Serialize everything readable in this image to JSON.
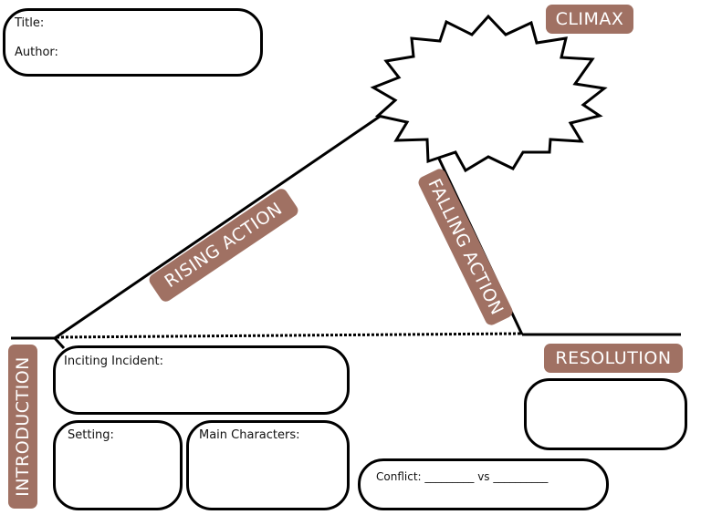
{
  "title_box": {
    "title_label": "Title:",
    "author_label": "Author:"
  },
  "stages": {
    "climax": "CLIMAX",
    "rising_action": "RISING ACTION",
    "falling_action": "FALLING ACTION",
    "introduction": "INTRODUCTION",
    "resolution": "RESOLUTION"
  },
  "boxes": {
    "inciting_incident": "Inciting Incident:",
    "setting": "Setting:",
    "main_characters": "Main Characters:",
    "conflict": "Conflict: _________ vs __________"
  },
  "colors": {
    "tag_background": "#a07163",
    "tag_text": "#ffffff",
    "line": "#000000"
  }
}
